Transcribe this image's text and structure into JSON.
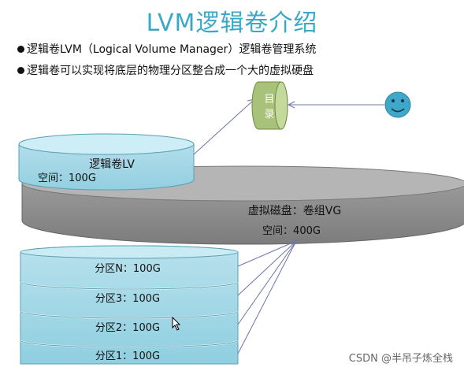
{
  "slide": {
    "title": "LVM逻辑卷介绍",
    "bullets": [
      "逻辑卷LVM（Logical Volume Manager）逻辑卷管理系统",
      "逻辑卷可以实现将底层的物理分区整合成一个大的虚拟硬盘"
    ]
  },
  "diagram": {
    "directory_label_top": "目",
    "directory_label_bottom": "录",
    "lv_label": "逻辑卷LV",
    "lv_space": "空间：100G",
    "vg_label": "虚拟磁盘：卷组VG",
    "vg_space": "空间：400G",
    "partitions": [
      "分区N：100G",
      "分区3：100G",
      "分区2：100G",
      "分区1：100G"
    ],
    "colors": {
      "title": "#3aa9c8",
      "cylinder_fill": "#a8d8e6",
      "cylinder_top": "#c9ecf4",
      "vg_fill": "#8a8a8a",
      "vg_top": "#b9b9b9",
      "directory_fill": "#a9c27a",
      "smiley": "#3fa7c9"
    },
    "icons": [
      "smiley-icon",
      "mouse-cursor-icon"
    ]
  },
  "watermark": "CSDN @半吊子炼全栈"
}
